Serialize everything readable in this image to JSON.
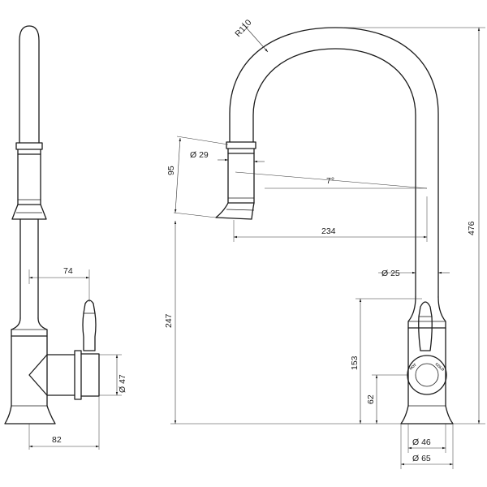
{
  "dimensions": {
    "radius_arc": "R110",
    "spout_diameter": "Ø 29",
    "spray_height": "95",
    "spout_angle": "7°",
    "reach": "234",
    "side_offset": "74",
    "body_diameter": "Ø 25",
    "spout_outlet_height": "247",
    "total_height": "476",
    "handle_height": "153",
    "base_height": "62",
    "side_outlet_diameter": "Ø 47",
    "side_depth": "82",
    "base_diameter_inner": "Ø 46",
    "base_diameter_outer": "Ø 65"
  },
  "handle_labels": {
    "hot": "HOT",
    "cold": "COLD"
  }
}
